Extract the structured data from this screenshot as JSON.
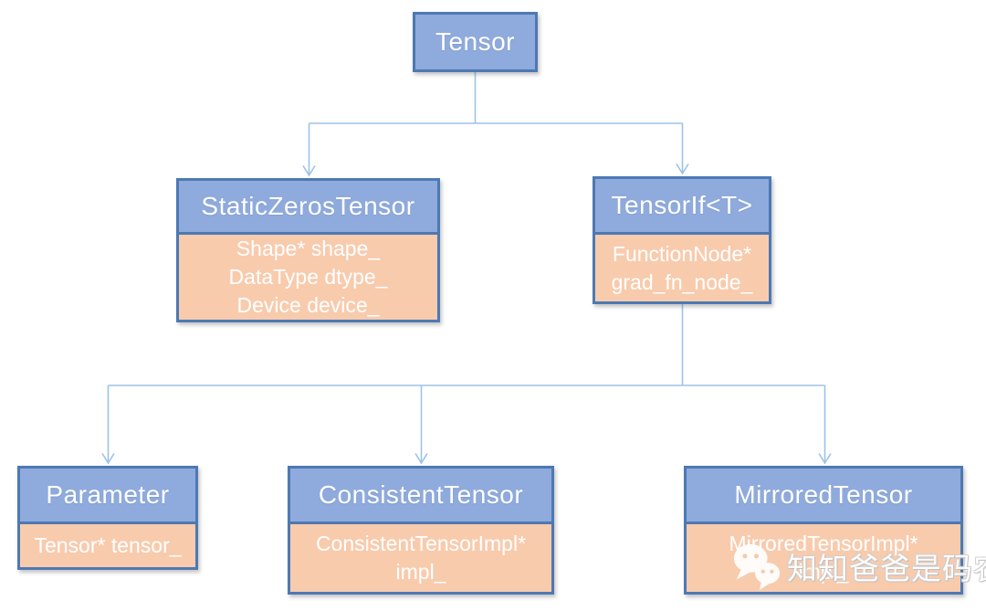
{
  "diagram": {
    "type": "class-hierarchy",
    "nodes": [
      {
        "id": "tensor",
        "label": "Tensor",
        "fields": []
      },
      {
        "id": "static-zeros-tensor",
        "label": "StaticZerosTensor",
        "fields": [
          "Shape* shape_",
          "DataType dtype_",
          "Device device_"
        ]
      },
      {
        "id": "tensor-if",
        "label": "TensorIf<T>",
        "fields": [
          "FunctionNode*",
          "grad_fn_node_"
        ]
      },
      {
        "id": "parameter",
        "label": "Parameter",
        "fields": [
          "Tensor* tensor_"
        ]
      },
      {
        "id": "consistent-tensor",
        "label": "ConsistentTensor",
        "fields": [
          "ConsistentTensorImpl*",
          "impl_"
        ]
      },
      {
        "id": "mirrored-tensor",
        "label": "MirroredTensor",
        "fields": [
          "MirroredTensorImpl*",
          "impl_"
        ]
      }
    ],
    "edges": [
      {
        "from": "tensor",
        "to": "static-zeros-tensor"
      },
      {
        "from": "tensor",
        "to": "tensor-if"
      },
      {
        "from": "tensor-if",
        "to": "parameter"
      },
      {
        "from": "tensor-if",
        "to": "consistent-tensor"
      },
      {
        "from": "tensor-if",
        "to": "mirrored-tensor"
      }
    ],
    "colors": {
      "header_fill": "#8faadc",
      "body_fill": "#f8cbad",
      "border": "#4d79b3",
      "connector": "#9dc3e6",
      "text": "#ffffff"
    }
  },
  "watermark": {
    "icon": "wechat-icon",
    "text": "知知爸爸是码农"
  }
}
